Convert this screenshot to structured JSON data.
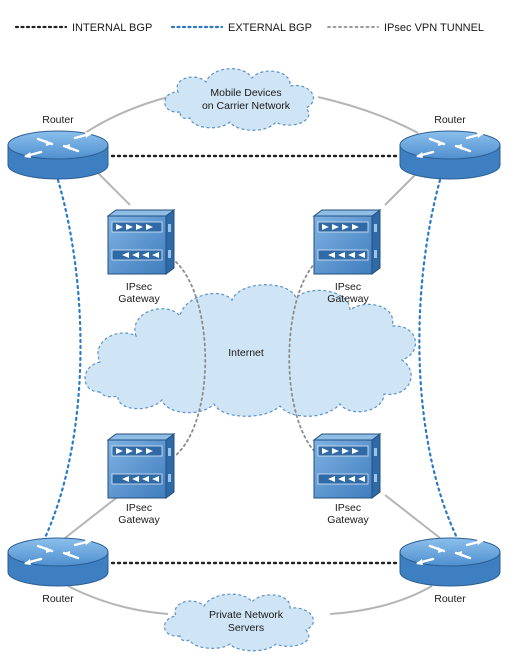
{
  "legend": {
    "internal_bgp": "INTERNAL BGP",
    "external_bgp": "EXTERNAL BGP",
    "ipsec_tunnel": "IPsec VPN TUNNEL"
  },
  "clouds": {
    "mobile": {
      "line1": "Mobile Devices",
      "line2": "on Carrier Network"
    },
    "internet": {
      "label": "Internet"
    },
    "private": {
      "line1": "Private Network",
      "line2": "Servers"
    }
  },
  "routers": {
    "top_left": "Router",
    "top_right": "Router",
    "bottom_left": "Router",
    "bottom_right": "Router"
  },
  "gateways": {
    "top_left": {
      "line1": "IPsec",
      "line2": "Gateway"
    },
    "top_right": {
      "line1": "IPsec",
      "line2": "Gateway"
    },
    "bottom_left": {
      "line1": "IPsec",
      "line2": "Gateway"
    },
    "bottom_right": {
      "line1": "IPsec",
      "line2": "Gateway"
    }
  },
  "colors": {
    "internal_bgp": "#222222",
    "external_bgp": "#2a7bc4",
    "ipsec_tunnel": "#8c8c8c",
    "router_top": "#6aa5dc",
    "router_body": "#3d7fc1",
    "gateway": "#4d8cc9",
    "cloud_fill": "#cfe4f5",
    "cloud_stroke": "#4a86bf"
  }
}
